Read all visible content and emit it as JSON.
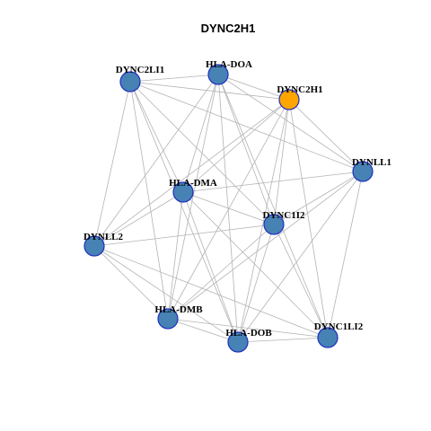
{
  "title": "DYNC2H1",
  "colors": {
    "node_default": "#4682b4",
    "node_focus": "#ffa500",
    "node_border": "#1f2fbf",
    "edge": "#b3b3b3"
  },
  "nodes": [
    {
      "id": "DYNC2LI1",
      "label": "DYNC2LI1",
      "focus": false
    },
    {
      "id": "HLA-DOA",
      "label": "HLA-DOA",
      "focus": false
    },
    {
      "id": "DYNC2H1",
      "label": "DYNC2H1",
      "focus": true
    },
    {
      "id": "DYNLL1",
      "label": "DYNLL1",
      "focus": false
    },
    {
      "id": "HLA-DMA",
      "label": "HLA-DMA",
      "focus": false
    },
    {
      "id": "DYNC1I2",
      "label": "DYNC1I2",
      "focus": false
    },
    {
      "id": "DYNLL2",
      "label": "DYNLL2",
      "focus": false
    },
    {
      "id": "HLA-DMB",
      "label": "HLA-DMB",
      "focus": false
    },
    {
      "id": "HLA-DOB",
      "label": "HLA-DOB",
      "focus": false
    },
    {
      "id": "DYNC1LI2",
      "label": "DYNC1LI2",
      "focus": false
    }
  ],
  "edges": [
    [
      "DYNC2LI1",
      "HLA-DOA"
    ],
    [
      "DYNC2LI1",
      "DYNC2H1"
    ],
    [
      "DYNC2LI1",
      "DYNLL1"
    ],
    [
      "DYNC2LI1",
      "HLA-DMA"
    ],
    [
      "DYNC2LI1",
      "DYNC1I2"
    ],
    [
      "DYNC2LI1",
      "DYNLL2"
    ],
    [
      "DYNC2LI1",
      "HLA-DMB"
    ],
    [
      "DYNC2LI1",
      "HLA-DOB"
    ],
    [
      "HLA-DOA",
      "DYNC2H1"
    ],
    [
      "HLA-DOA",
      "DYNLL1"
    ],
    [
      "HLA-DOA",
      "HLA-DMA"
    ],
    [
      "HLA-DOA",
      "DYNC1I2"
    ],
    [
      "HLA-DOA",
      "DYNLL2"
    ],
    [
      "HLA-DOA",
      "HLA-DMB"
    ],
    [
      "HLA-DOA",
      "HLA-DOB"
    ],
    [
      "HLA-DOA",
      "DYNC1LI2"
    ],
    [
      "DYNC2H1",
      "DYNLL1"
    ],
    [
      "DYNC2H1",
      "HLA-DMA"
    ],
    [
      "DYNC2H1",
      "DYNC1I2"
    ],
    [
      "DYNC2H1",
      "DYNLL2"
    ],
    [
      "DYNC2H1",
      "HLA-DMB"
    ],
    [
      "DYNC2H1",
      "HLA-DOB"
    ],
    [
      "DYNC2H1",
      "DYNC1LI2"
    ],
    [
      "DYNLL1",
      "HLA-DMA"
    ],
    [
      "DYNLL1",
      "DYNC1I2"
    ],
    [
      "DYNLL1",
      "HLA-DMB"
    ],
    [
      "DYNLL1",
      "HLA-DOB"
    ],
    [
      "DYNLL1",
      "DYNC1LI2"
    ],
    [
      "HLA-DMA",
      "DYNC1I2"
    ],
    [
      "HLA-DMA",
      "DYNLL2"
    ],
    [
      "HLA-DMA",
      "HLA-DMB"
    ],
    [
      "HLA-DMA",
      "HLA-DOB"
    ],
    [
      "HLA-DMA",
      "DYNC1LI2"
    ],
    [
      "DYNC1I2",
      "DYNLL2"
    ],
    [
      "DYNC1I2",
      "HLA-DMB"
    ],
    [
      "DYNC1I2",
      "HLA-DOB"
    ],
    [
      "DYNC1I2",
      "DYNC1LI2"
    ],
    [
      "DYNLL2",
      "HLA-DMB"
    ],
    [
      "DYNLL2",
      "HLA-DOB"
    ],
    [
      "DYNLL2",
      "DYNC1LI2"
    ],
    [
      "HLA-DMB",
      "HLA-DOB"
    ],
    [
      "HLA-DMB",
      "DYNC1LI2"
    ],
    [
      "HLA-DOB",
      "DYNC1LI2"
    ]
  ]
}
